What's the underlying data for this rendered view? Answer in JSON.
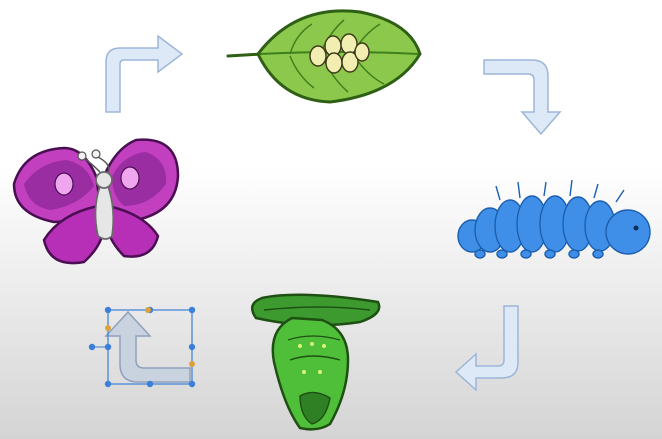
{
  "diagram": {
    "stages": [
      {
        "id": "eggs",
        "icon": "eggs-on-leaf-icon"
      },
      {
        "id": "larva",
        "icon": "caterpillar-icon"
      },
      {
        "id": "pupa",
        "icon": "chrysalis-icon"
      },
      {
        "id": "adult",
        "icon": "butterfly-icon"
      }
    ],
    "arrows": [
      {
        "from": "adult",
        "to": "eggs",
        "icon": "bent-arrow-up-right-icon"
      },
      {
        "from": "eggs",
        "to": "larva",
        "icon": "bent-arrow-right-down-icon"
      },
      {
        "from": "larva",
        "to": "pupa",
        "icon": "bent-arrow-down-left-icon"
      },
      {
        "from": "pupa",
        "to": "adult",
        "icon": "bent-arrow-left-up-icon",
        "selected": true
      }
    ]
  },
  "colors": {
    "arrow_fill": "#dde9f7",
    "arrow_stroke": "#9db6d8",
    "selection": "#3b7fd9",
    "handle_rotate": "#d9a23a",
    "leaf": "#8cc84b",
    "leaf_dark": "#3f7f1e",
    "egg": "#f2edb0",
    "butterfly": "#c23fc0",
    "butterfly_dark": "#7a1f86",
    "caterpillar": "#3f8fe8",
    "chrysalis": "#4fbf3a"
  }
}
